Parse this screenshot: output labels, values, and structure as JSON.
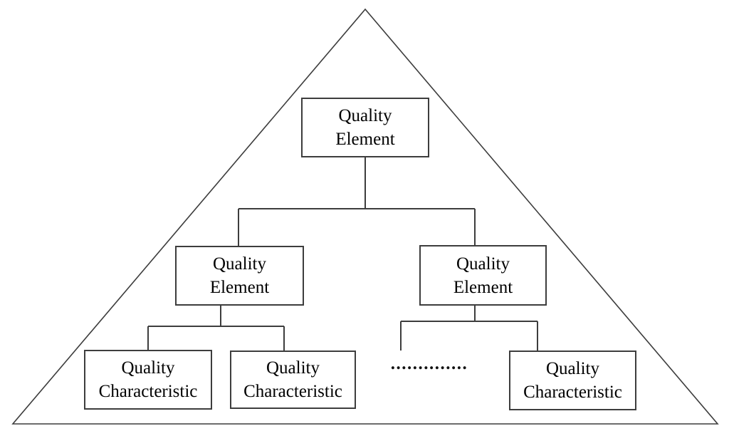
{
  "diagram": {
    "shape": "pyramid",
    "colors": {
      "line": "#3d3d3d",
      "text": "#000000",
      "background": "#ffffff"
    },
    "ellipsis": "..............",
    "nodes": {
      "top": {
        "line1": "Quality",
        "line2": "Element"
      },
      "mid_left": {
        "line1": "Quality",
        "line2": "Element"
      },
      "mid_right": {
        "line1": "Quality",
        "line2": "Element"
      },
      "bottom_left": {
        "line1": "Quality",
        "line2": "Characteristic"
      },
      "bottom_mid": {
        "line1": "Quality",
        "line2": "Characteristic"
      },
      "bottom_right": {
        "line1": "Quality",
        "line2": "Characteristic"
      }
    }
  }
}
